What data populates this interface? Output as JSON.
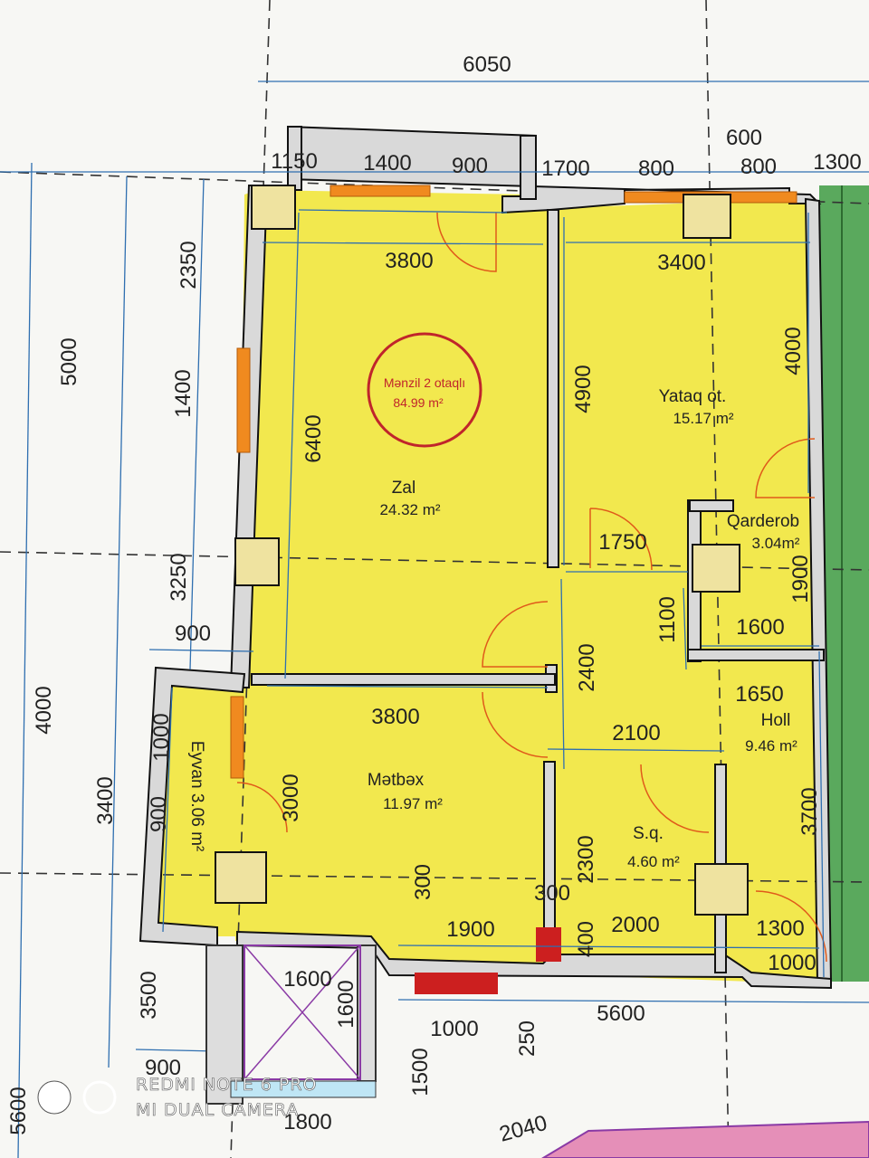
{
  "plan": {
    "stamp": {
      "line1": "Mənzil 2 otaqlı",
      "line2": "84.99 m²"
    },
    "rooms": {
      "zal": {
        "name": "Zal",
        "area": "24.32 m²"
      },
      "yataq": {
        "name": "Yataq ot.",
        "area": "15.17 m²"
      },
      "qarderob": {
        "name": "Qarderob",
        "area": "3.04m²"
      },
      "holl": {
        "name": "Holl",
        "area": "9.46 m²"
      },
      "metbex": {
        "name": "Mətbəx",
        "area": "11.97 m²"
      },
      "sq": {
        "name": "S.q.",
        "area": "4.60 m²"
      },
      "eyvan": {
        "name": "Eyvan 3.06 m²"
      }
    },
    "dims": {
      "top_total": "6050",
      "top_1150": "1150",
      "top_1400": "1400",
      "top_900": "900",
      "top_1700": "1700",
      "top_800a": "800",
      "top_600": "600",
      "top_800b": "800",
      "top_1300": "1300",
      "zal_w": "3800",
      "yataq_w": "3400",
      "zal_h": "6400",
      "yataq_h": "4900",
      "yataq_right": "4000",
      "corridor_1750": "1750",
      "qarderob_h": "1900",
      "qarderob_w": "1600",
      "q_1100": "1100",
      "h_2400": "2400",
      "h_2100": "2100",
      "h_1650": "1650",
      "metbex_w": "3800",
      "metbex_h": "3000",
      "h_3700": "3700",
      "sq_h": "2300",
      "sq_w": "2000",
      "b_300a": "300",
      "b_300b": "300",
      "b_400": "400",
      "b_1900": "1900",
      "b_1300": "1300",
      "b_1000": "1000",
      "left_5000": "5000",
      "left_2350": "2350",
      "left_1400": "1400",
      "left_3250": "3250",
      "left_900": "900",
      "left_4000": "4000",
      "left_3400": "3400",
      "eyvan_1000": "1000",
      "eyvan_900": "900",
      "bot_5600": "5600",
      "bot_1000": "1000",
      "bot_250": "250",
      "bot_1500": "1500",
      "bot_3500": "3500",
      "bot_900": "900",
      "bot_1600a": "1600",
      "bot_1600b": "1600",
      "bot_1800": "1800",
      "bot_5600_left": "5600",
      "bot_2040": "2040"
    },
    "watermark": {
      "line1": "REDMI NOTE 6 PRO",
      "line2": "MI DUAL CAMERA"
    }
  },
  "colors": {
    "floor": "#f2e84e",
    "grass": "#5aa95d",
    "window": "#f08a1f",
    "column": "#efe3a0",
    "dim_line": "#2f6fb0",
    "stamp": "#c0252b",
    "pink": "#e58fb8"
  }
}
